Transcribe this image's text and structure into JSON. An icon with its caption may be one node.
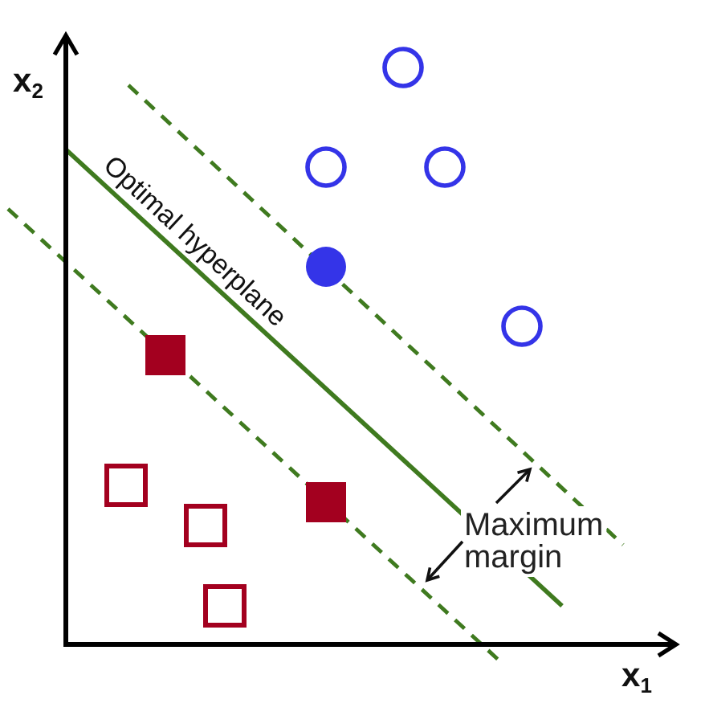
{
  "diagram": {
    "labels": [
      "x$_{2}$",
      "x$_{1}$",
      "Optimal hyperplane",
      "Maximum margin"
    ]
  }
}
